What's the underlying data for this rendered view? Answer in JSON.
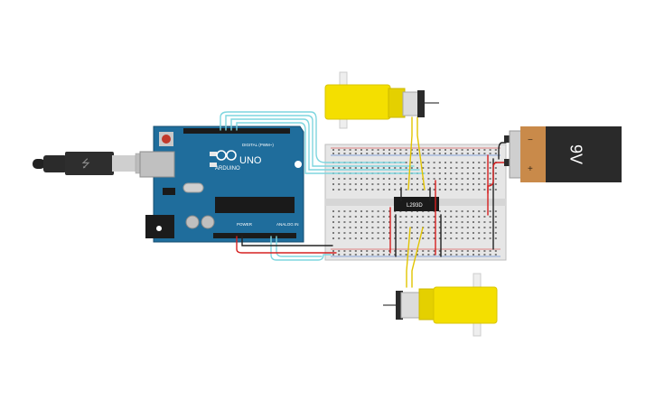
{
  "arduino": {
    "brand": "ARDUINO",
    "model": "UNO",
    "digital_label": "DIGITAL (PWM~)",
    "power_label": "POWER",
    "analog_label": "ANALOG IN"
  },
  "driver_chip": {
    "label": "L293D"
  },
  "battery": {
    "label": "9V",
    "minus": "−",
    "plus": "+"
  },
  "colors": {
    "board": "#1f6d9c",
    "breadboard": "#e6e6e6",
    "motor_body": "#f4df00",
    "battery": "#c98a4a",
    "wire_red": "#d62020",
    "wire_black": "#222222",
    "wire_cyan": "#7fd6df",
    "wire_yellow": "#e2c400"
  },
  "components": [
    "usb-cable",
    "arduino-uno",
    "breadboard",
    "l293d-driver",
    "dc-motor-top",
    "dc-motor-bottom",
    "9v-battery"
  ]
}
